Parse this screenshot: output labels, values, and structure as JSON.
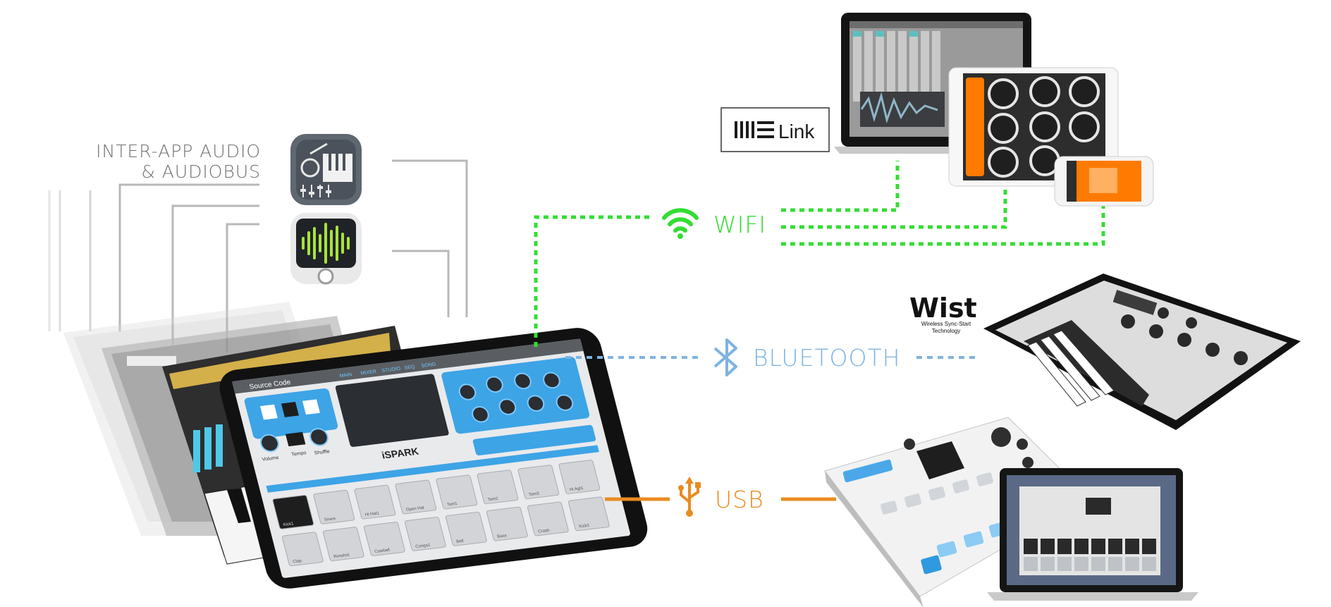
{
  "labels": {
    "iaa_line1": "INTER-APP AUDIO",
    "iaa_line2": "& AUDIOBUS",
    "link_word": "Link",
    "wifi": "WIFI",
    "bluetooth": "BLUETOOTH",
    "usb": "USB",
    "wist_logo": "Wist",
    "wist_sub1": "Wireless Sync-Start",
    "wist_sub2": "Technology"
  },
  "ipad_app": {
    "title": "Source Code",
    "tabs": [
      "MAIN",
      "MIXER",
      "STUDIO",
      "SEQ",
      "SONG"
    ],
    "volume": "Volume",
    "tempo": "Tempo",
    "shuffle": "Shuffle",
    "brand": "iSPARK",
    "pads_row1": [
      "Kick1",
      "Snare",
      "Hi Hat1",
      "Open Hat",
      "Tom1",
      "Tom2",
      "Tom3",
      "Hi Agt1"
    ],
    "pads_row2": [
      "Clap",
      "Rimshot",
      "Cowbell",
      "Conga1",
      "Bell",
      "Bass",
      "Crash",
      "Kick2"
    ]
  },
  "colors": {
    "wifi": "#33dd33",
    "bluetooth": "#7fb3e0",
    "usb": "#e98b1f",
    "iaa_lines": "#b3b3b3",
    "iaa_text": "#6f6f6f"
  }
}
